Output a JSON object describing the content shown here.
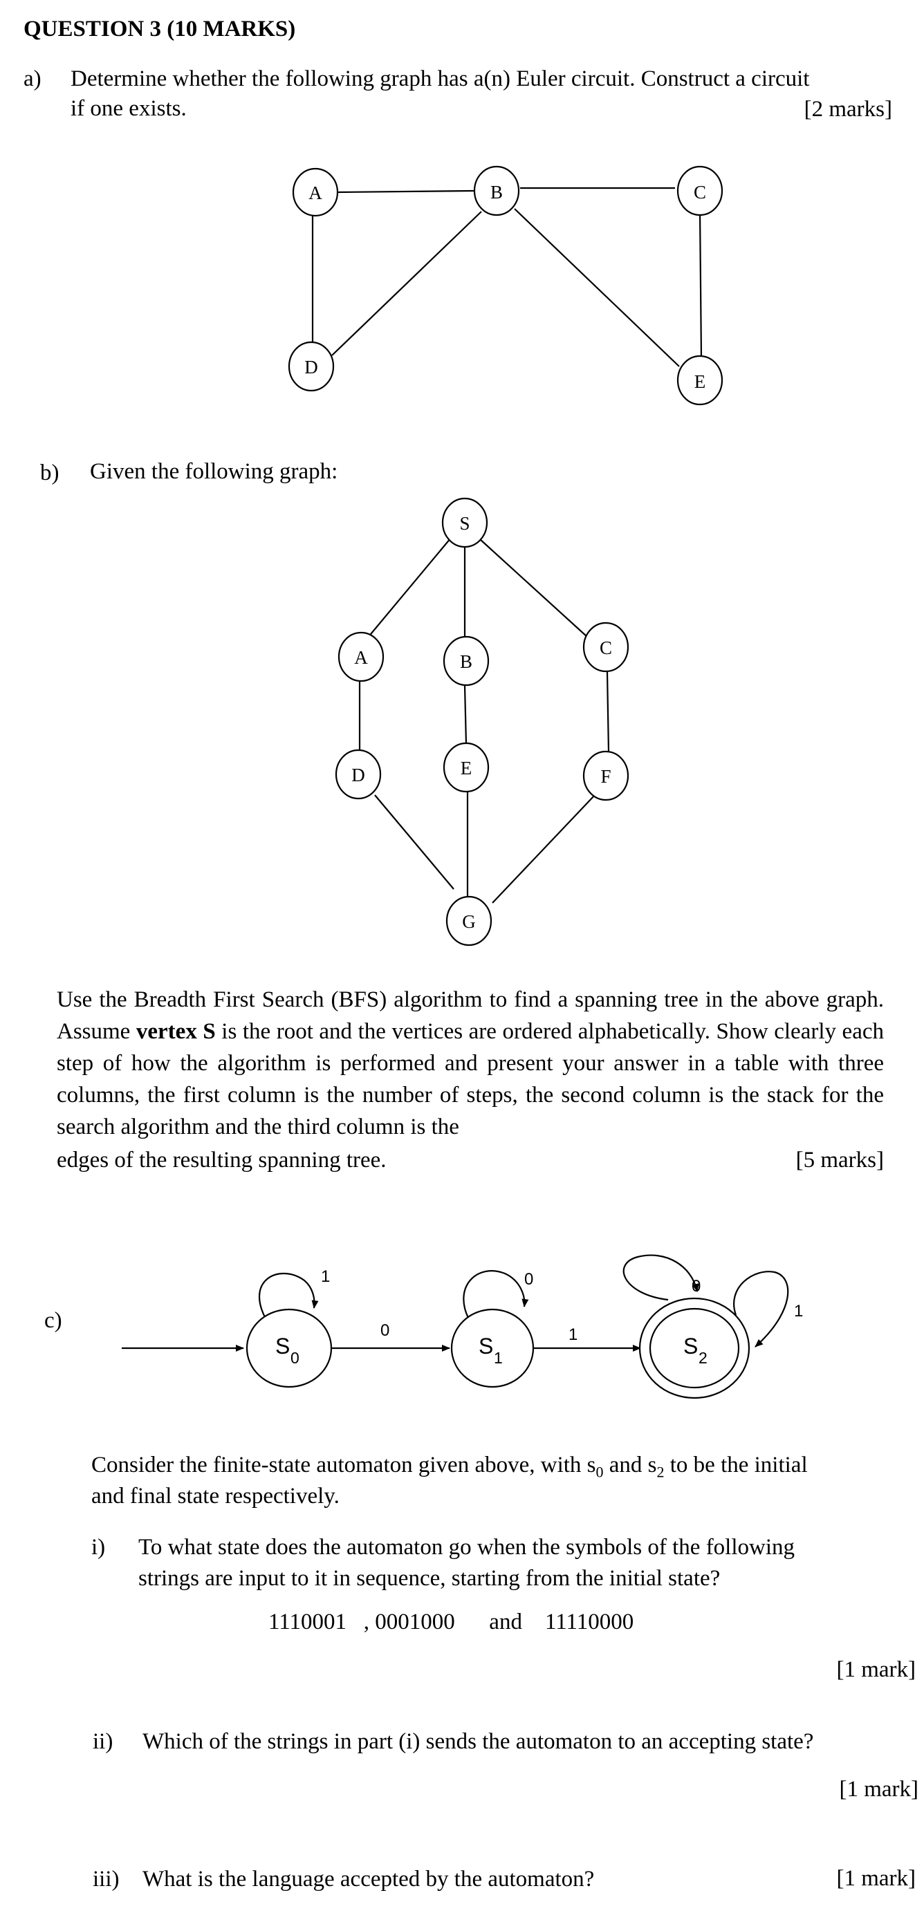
{
  "heading": "QUESTION 3 (10 MARKS)",
  "part_a": {
    "label": "a)",
    "line1": "Determine whether the following graph has a(n) Euler circuit. Construct a circuit",
    "line2": "if one exists.",
    "marks": "[2 marks]",
    "graph": {
      "nodes": [
        "A",
        "B",
        "C",
        "D",
        "E"
      ],
      "edges": [
        [
          "A",
          "B"
        ],
        [
          "B",
          "C"
        ],
        [
          "A",
          "D"
        ],
        [
          "D",
          "B"
        ],
        [
          "B",
          "E"
        ],
        [
          "C",
          "E"
        ]
      ]
    }
  },
  "part_b": {
    "label": "b)",
    "intro": "Given the following graph:",
    "graph": {
      "nodes": [
        "S",
        "A",
        "B",
        "C",
        "D",
        "E",
        "F",
        "G"
      ],
      "edges": [
        [
          "S",
          "A"
        ],
        [
          "S",
          "B"
        ],
        [
          "S",
          "C"
        ],
        [
          "A",
          "D"
        ],
        [
          "B",
          "E"
        ],
        [
          "C",
          "F"
        ],
        [
          "D",
          "G"
        ],
        [
          "E",
          "G"
        ],
        [
          "F",
          "G"
        ]
      ]
    },
    "para_before_bold": "Use the Breadth First Search (BFS) algorithm to find a spanning tree in the above graph. Assume ",
    "para_bold": "vertex S",
    "para_after_bold": " is the root and the vertices are ordered alphabetically. Show clearly each step of how the algorithm is performed and present your answer in a table with three columns, the first column is the number of steps, the second column is the stack for the search algorithm and the third column is the",
    "para_last": "edges of the resulting spanning tree.",
    "marks": "[5 marks]"
  },
  "part_c": {
    "label": "c)",
    "automaton": {
      "states": [
        {
          "name": "S",
          "sub": "0",
          "final": false,
          "initial": true
        },
        {
          "name": "S",
          "sub": "1",
          "final": false,
          "initial": false
        },
        {
          "name": "S",
          "sub": "2",
          "final": true,
          "initial": false
        }
      ],
      "transitions": [
        {
          "from": "s0",
          "to": "s0",
          "symbol": "1"
        },
        {
          "from": "s0",
          "to": "s1",
          "symbol": "0"
        },
        {
          "from": "s1",
          "to": "s1",
          "symbol": "0"
        },
        {
          "from": "s1",
          "to": "s2",
          "symbol": "1"
        },
        {
          "from": "s2",
          "to": "s2",
          "symbol": "0"
        },
        {
          "from": "s2",
          "to": "s2",
          "symbol": "1"
        }
      ]
    },
    "consider_line1_pre": "Consider the finite-state automaton given above, with s",
    "consider_sub0": "0",
    "consider_and": " and s",
    "consider_sub2": "2",
    "consider_line1_post": " to be the initial",
    "consider_line2": "and final state respectively.",
    "q_i": {
      "label": "i)",
      "line1": "To what state does the automaton go when the symbols of the following",
      "line2": "strings are input to it in sequence, starting from the initial state?",
      "strings_line": "1110001   , 0001000      and    11110000",
      "marks": "[1 mark]"
    },
    "q_ii": {
      "label": "ii)",
      "text": "Which of the strings in part (i) sends the automaton to an accepting state?",
      "marks": "[1 mark]"
    },
    "q_iii": {
      "label": "iii)",
      "text": "What is the language accepted by the automaton?",
      "marks": "[1 mark]"
    }
  }
}
